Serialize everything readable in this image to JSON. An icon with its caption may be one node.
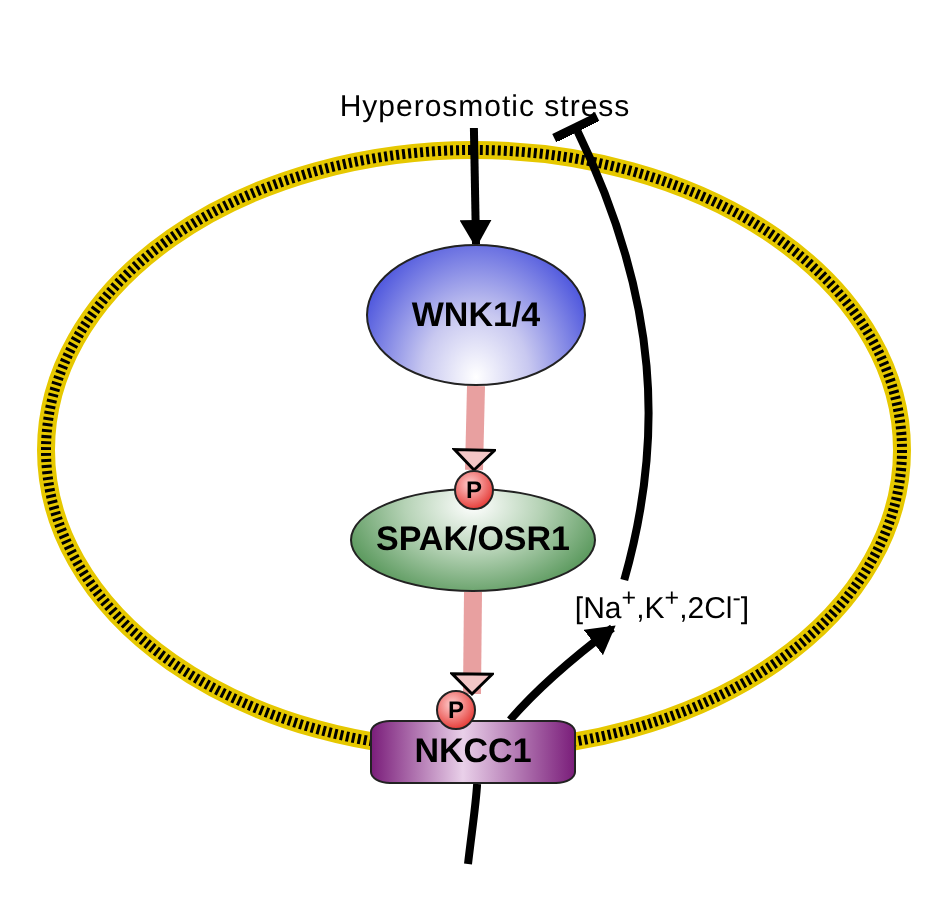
{
  "diagram": {
    "nodes": [
      {
        "text": [
          "Hyperosmotic stress"
        ]
      },
      {
        "text": [
          "WNK1/4"
        ]
      },
      {
        "text": [
          "P"
        ]
      },
      {
        "text": [
          "SPAK/OSR1"
        ]
      },
      {
        "text": [
          "P"
        ]
      },
      {
        "text": [
          "NKCC1"
        ]
      },
      {
        "text": [
          "[Na$^{+}$,K$^{+}$,2Cl$^{-}$]"
        ]
      }
    ],
    "edges": [
      {
        "from": 0,
        "to": 1,
        "arrow": "to"
      },
      {
        "from": 1,
        "to": 2,
        "arrow": "to",
        "style": "thick",
        "color": "#e8a0a0"
      },
      {
        "from": 3,
        "to": 4,
        "arrow": "to",
        "style": "thick",
        "color": "#e8a0a0"
      },
      {
        "from": null,
        "to": 5,
        "arrow": "none"
      },
      {
        "from": 5,
        "to": 6,
        "arrow": "to"
      },
      {
        "from": 6,
        "to": 0,
        "arrow": "other"
      }
    ]
  }
}
